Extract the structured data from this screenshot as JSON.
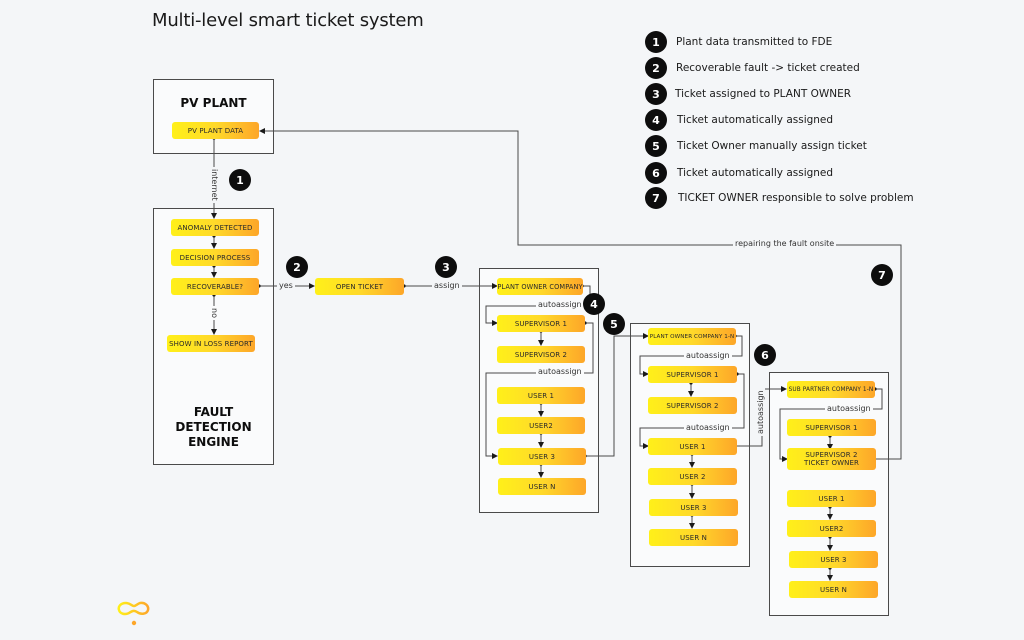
{
  "title": "Multi-level smart ticket system",
  "legend": [
    {
      "number": "1",
      "text": "Plant data transmitted to FDE"
    },
    {
      "number": "2",
      "text": "Recoverable fault -> ticket created"
    },
    {
      "number": "3",
      "text": "Ticket assigned to PLANT OWNER"
    },
    {
      "number": "4",
      "text": "Ticket automatically assigned"
    },
    {
      "number": "5",
      "text": "Ticket Owner manually assign ticket"
    },
    {
      "number": "6",
      "text": "Ticket automatically assigned"
    },
    {
      "number": "7",
      "text": "TICKET OWNER responsible to solve problem"
    }
  ],
  "pv_plant": {
    "title": "PV PLANT",
    "data_node": "PV PLANT DATA"
  },
  "fde": {
    "title_lines": [
      "FAULT",
      "DETECTION",
      "ENGINE"
    ],
    "nodes": [
      "ANOMALY DETECTED",
      "DECISION PROCESS",
      "RECOVERABLE?",
      "SHOW IN LOSS REPORT"
    ]
  },
  "open_ticket": "OPEN TICKET",
  "edge_labels": {
    "internet": "internet",
    "yes": "yes",
    "no": "no",
    "assign": "assign",
    "autoassign": "autoassign",
    "repair": "repairing the fault onsite"
  },
  "plant_owner_box": {
    "nodes": [
      "PLANT OWNER COMPANY",
      "SUPERVISOR 1",
      "SUPERVISOR 2",
      "USER 1",
      "USER2",
      "USER 3",
      "USER N"
    ]
  },
  "plant_owner_company_n_box": {
    "nodes": [
      "PLANT OWNER COMPANY 1-N",
      "SUPERVISOR 1",
      "SUPERVISOR 2",
      "USER 1",
      "USER 2",
      "USER 3",
      "USER N"
    ]
  },
  "sub_partner_box": {
    "nodes": [
      "SUB PARTNER COMPANY 1-N",
      "SUPERVISOR 1",
      "SUPERVISOR 2",
      "TICKET OWNER",
      "USER 1",
      "USER2",
      "USER 3",
      "USER N"
    ]
  },
  "steps": [
    "1",
    "2",
    "3",
    "4",
    "5",
    "6",
    "7"
  ],
  "colors": {
    "node_gradient_start": "#fff019",
    "node_gradient_end": "#fda629",
    "badge": "#0d0d0d",
    "background": "#f4f6f8",
    "line": "#4a4a4a"
  }
}
